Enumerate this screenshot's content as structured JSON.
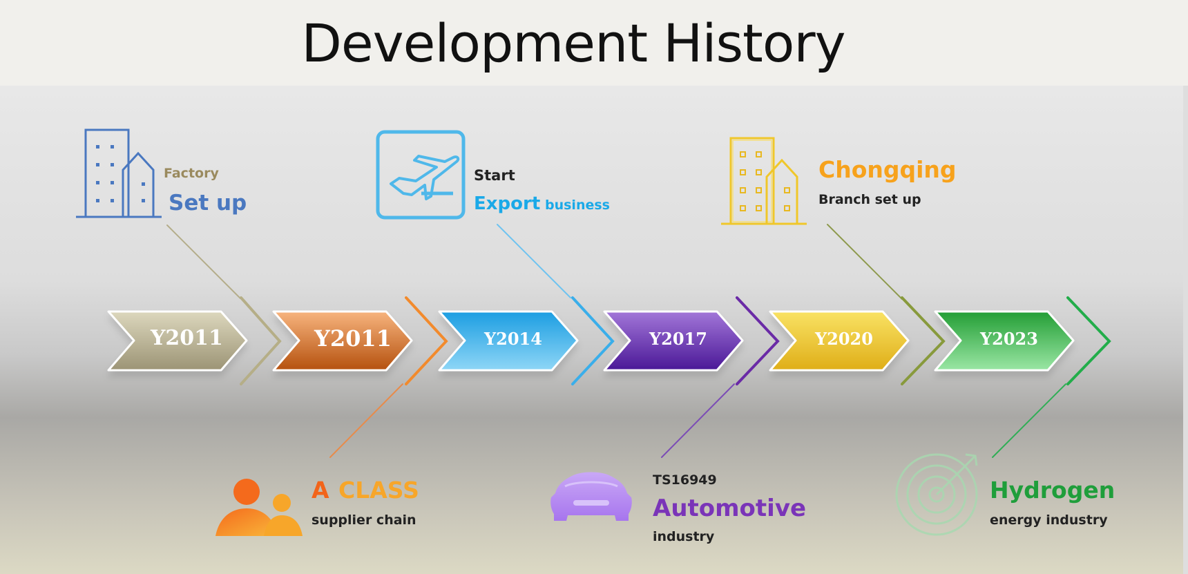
{
  "title": "Development History",
  "timeline": [
    {
      "year": "Y2011",
      "color_top": "#d8d3b8",
      "color_bottom": "#9a9273"
    },
    {
      "year": "Y2011",
      "color_top": "#f6b27a",
      "color_bottom": "#b8520f"
    },
    {
      "year": "Y2014",
      "color_top": "#8ed4f5",
      "color_bottom": "#1f9de0"
    },
    {
      "year": "Y2017",
      "color_top": "#9f72d6",
      "color_bottom": "#4d1b9a"
    },
    {
      "year": "Y2020",
      "color_top": "#f8dc5a",
      "color_bottom": "#e0b41c"
    },
    {
      "year": "Y2023",
      "color_top": "#27a83a",
      "color_bottom": "#8ee09a"
    }
  ],
  "milestones": {
    "factory": {
      "small": "Factory",
      "big": "Set up",
      "small_color": "#9a8a5e",
      "big_color": "#4a78c0"
    },
    "export": {
      "small": "Start",
      "big": "Export",
      "suffix": "business",
      "big_color": "#1aa9e8"
    },
    "chongqing": {
      "big": "Chongqing",
      "small": "Branch set up",
      "big_color": "#f7a21c"
    },
    "aclass": {
      "big_a": "A",
      "big_b": "CLASS",
      "small": "supplier chain",
      "color_a": "#f2641a",
      "color_b": "#f7a62a"
    },
    "automotive": {
      "pre": "TS16949",
      "big": "Automotive",
      "small": "industry",
      "big_color": "#7a34b8"
    },
    "hydrogen": {
      "big": "Hydrogen",
      "small": "energy industry",
      "big_color": "#1f9e3b"
    }
  }
}
